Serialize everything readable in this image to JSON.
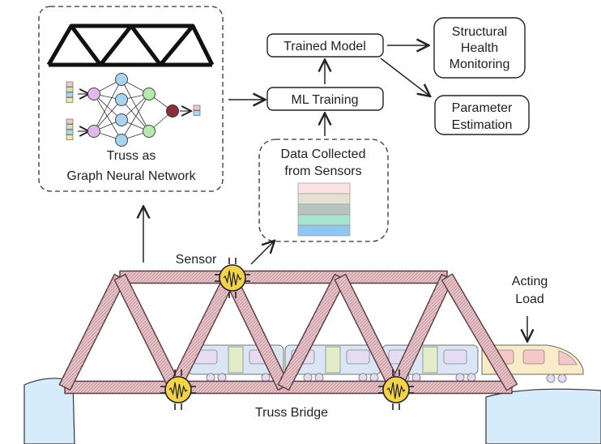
{
  "gnn_box": {
    "line1": "Truss as",
    "line2": "Graph Neural Network"
  },
  "data_box": {
    "line1": "Data Collected",
    "line2": "from Sensors"
  },
  "ml_training": "ML Training",
  "trained_model": "Trained Model",
  "shm": {
    "line1": "Structural",
    "line2": "Health",
    "line3": "Monitoring"
  },
  "param_est": {
    "line1": "Parameter",
    "line2": "Estimation"
  },
  "sensor_label": "Sensor",
  "acting_load": {
    "line1": "Acting",
    "line2": "Load"
  },
  "bridge_label": "Truss Bridge",
  "colors": {
    "truss_member": "#e2c4c8",
    "truss_stroke": "#5a3a40",
    "sensor_fill": "#f3d34a",
    "water": "#d6ecfb",
    "train_body": "#dbe6f5",
    "loco_body": "#fbecc9",
    "data_layers": [
      "#fbe3e3",
      "#e6e0d2",
      "#b9c3bd",
      "#a8e3cf",
      "#8fc7f0"
    ],
    "nn_input": [
      "#f5c6c6",
      "#cfe3b0",
      "#a8d8f0",
      "#f6e7a0"
    ],
    "nn_hidden1": "#e2b8ec",
    "nn_hidden2": "#a8d4f0",
    "nn_hidden3": "#b6ebb0",
    "nn_output": "#8b2f38"
  }
}
